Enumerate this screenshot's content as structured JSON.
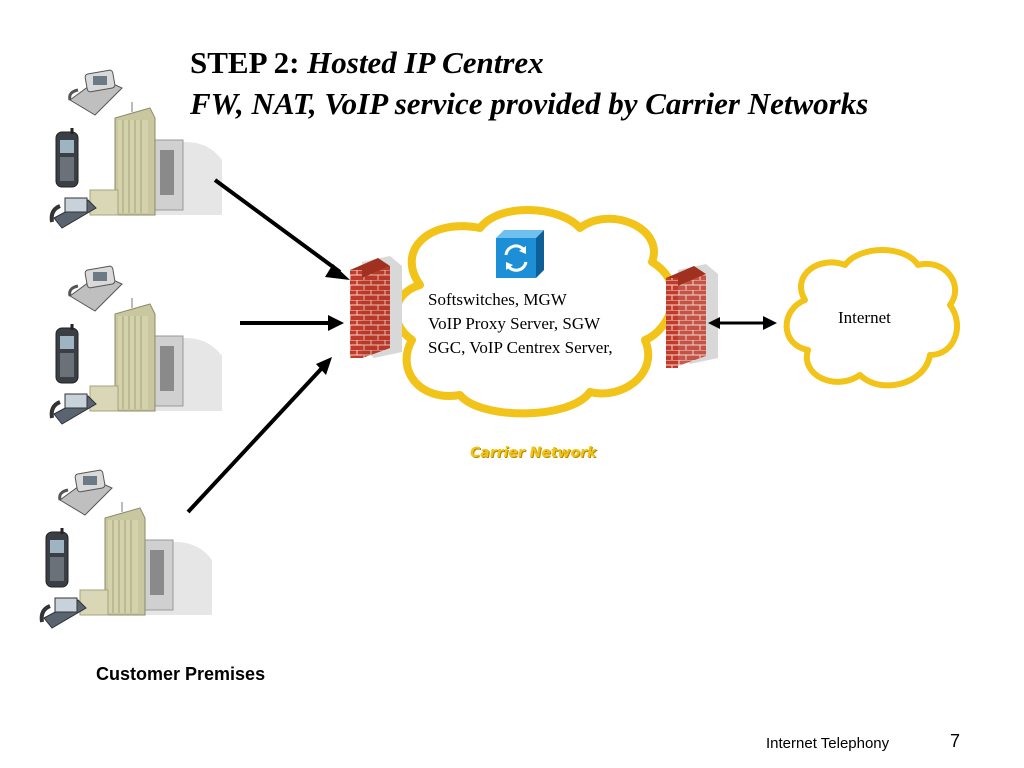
{
  "slide": {
    "title_prefix": "STEP 2:",
    "title_italic": "Hosted IP Centrex",
    "subtitle": "FW, NAT, VoIP service provided by Carrier Networks"
  },
  "carrier_cloud": {
    "lines": [
      "Softswitches, MGW",
      "VoIP Proxy Server, SGW",
      "SGC, VoIP Centrex Server,"
    ],
    "label": "Carrier Network"
  },
  "internet_cloud": {
    "label": "Internet"
  },
  "customer": {
    "label": "Customer Premises"
  },
  "footer": {
    "text": "Internet Telephony",
    "page": "7"
  },
  "icons": [
    "desk-phone-icon",
    "cell-phone-icon",
    "ip-phone-icon",
    "office-building-icon",
    "firewall-icon",
    "softswitch-icon"
  ],
  "colors": {
    "cloud_fill": "#ffffff",
    "cloud_stroke": "#f2c318",
    "firewall": "#c23a2a",
    "switch": "#1d8fd6",
    "building": "#c9c7a0"
  }
}
